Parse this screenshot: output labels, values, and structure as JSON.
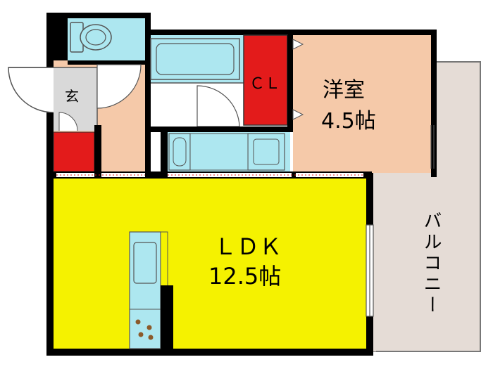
{
  "rooms": {
    "western_room": {
      "name": "洋室",
      "size": "4.5帖",
      "color": "#F5C9A9"
    },
    "closet": {
      "label": "ＣＬ",
      "color": "#E31B1B"
    },
    "ldk": {
      "name": "ＬＤＫ",
      "size": "12.5帖",
      "color": "#F5F200"
    },
    "entrance": {
      "label": "玄"
    },
    "balcony": {
      "label": "バルコニー",
      "color": "#E5DCD6"
    }
  },
  "colors": {
    "wall": "#000000",
    "wet_area": "#ADE7F0",
    "storage": "#E31B1B",
    "hallway": "#F5C9A9",
    "entrance_floor": "#D9D9D9"
  }
}
